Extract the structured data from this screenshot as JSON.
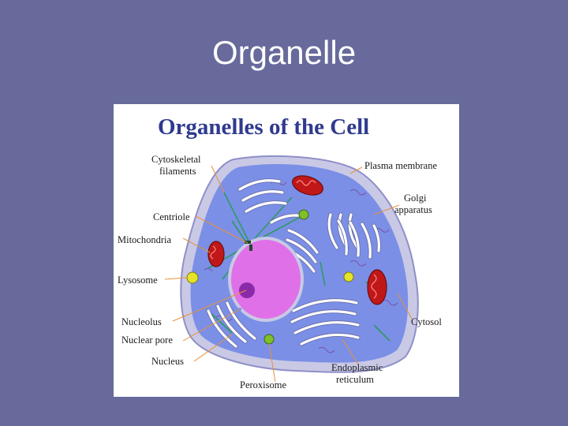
{
  "slide": {
    "title": "Organelle"
  },
  "diagram": {
    "title": "Organelles of the Cell",
    "labels": {
      "cytoskeletal_1": "Cytoskeletal",
      "cytoskeletal_2": "filaments",
      "centriole": "Centriole",
      "mitochondria": "Mitochondria",
      "lysosome": "Lysosome",
      "nucleolus": "Nucleolus",
      "nuclear_pore": "Nuclear pore",
      "nucleus": "Nucleus",
      "peroxisome": "Peroxisome",
      "plasma_membrane": "Plasma membrane",
      "golgi_1": "Golgi",
      "golgi_2": "apparatus",
      "cytosol": "Cytosol",
      "er_1": "Endoplasmic",
      "er_2": "reticulum"
    },
    "colors": {
      "background": "#676a9b",
      "cell_membrane": "#c9c9e6",
      "cytoplasm": "#7b8fe6",
      "nucleus": "#e070e8",
      "nucleolus": "#8a2aa8",
      "mitochondria": "#c01818",
      "lysosome": "#e3e32a",
      "peroxisome": "#7fbf2a",
      "leader_lines": "#e8913a",
      "title_text": "#2f3a8f"
    }
  }
}
